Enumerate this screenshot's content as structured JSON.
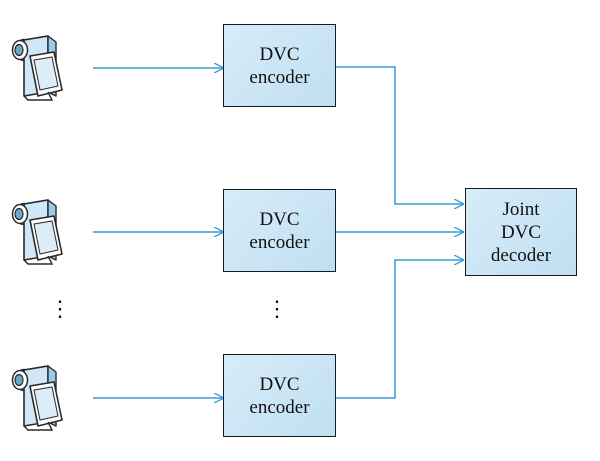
{
  "diagram": {
    "encoders": [
      {
        "line1": "DVC",
        "line2": "encoder"
      },
      {
        "line1": "DVC",
        "line2": "encoder"
      },
      {
        "line1": "DVC",
        "line2": "encoder"
      }
    ],
    "decoder": {
      "line1": "Joint",
      "line2": "DVC",
      "line3": "decoder"
    },
    "ellipsis_symbol": "⋮",
    "colors": {
      "arrow": "#3a9bd8",
      "box_fill": "#cfe7f6",
      "box_border": "#1a1a1a",
      "camera_fill": "#d2e9f7",
      "camera_stroke": "#2a2a2a"
    },
    "icons": [
      "video-camera-icon",
      "video-camera-icon",
      "video-camera-icon"
    ]
  }
}
